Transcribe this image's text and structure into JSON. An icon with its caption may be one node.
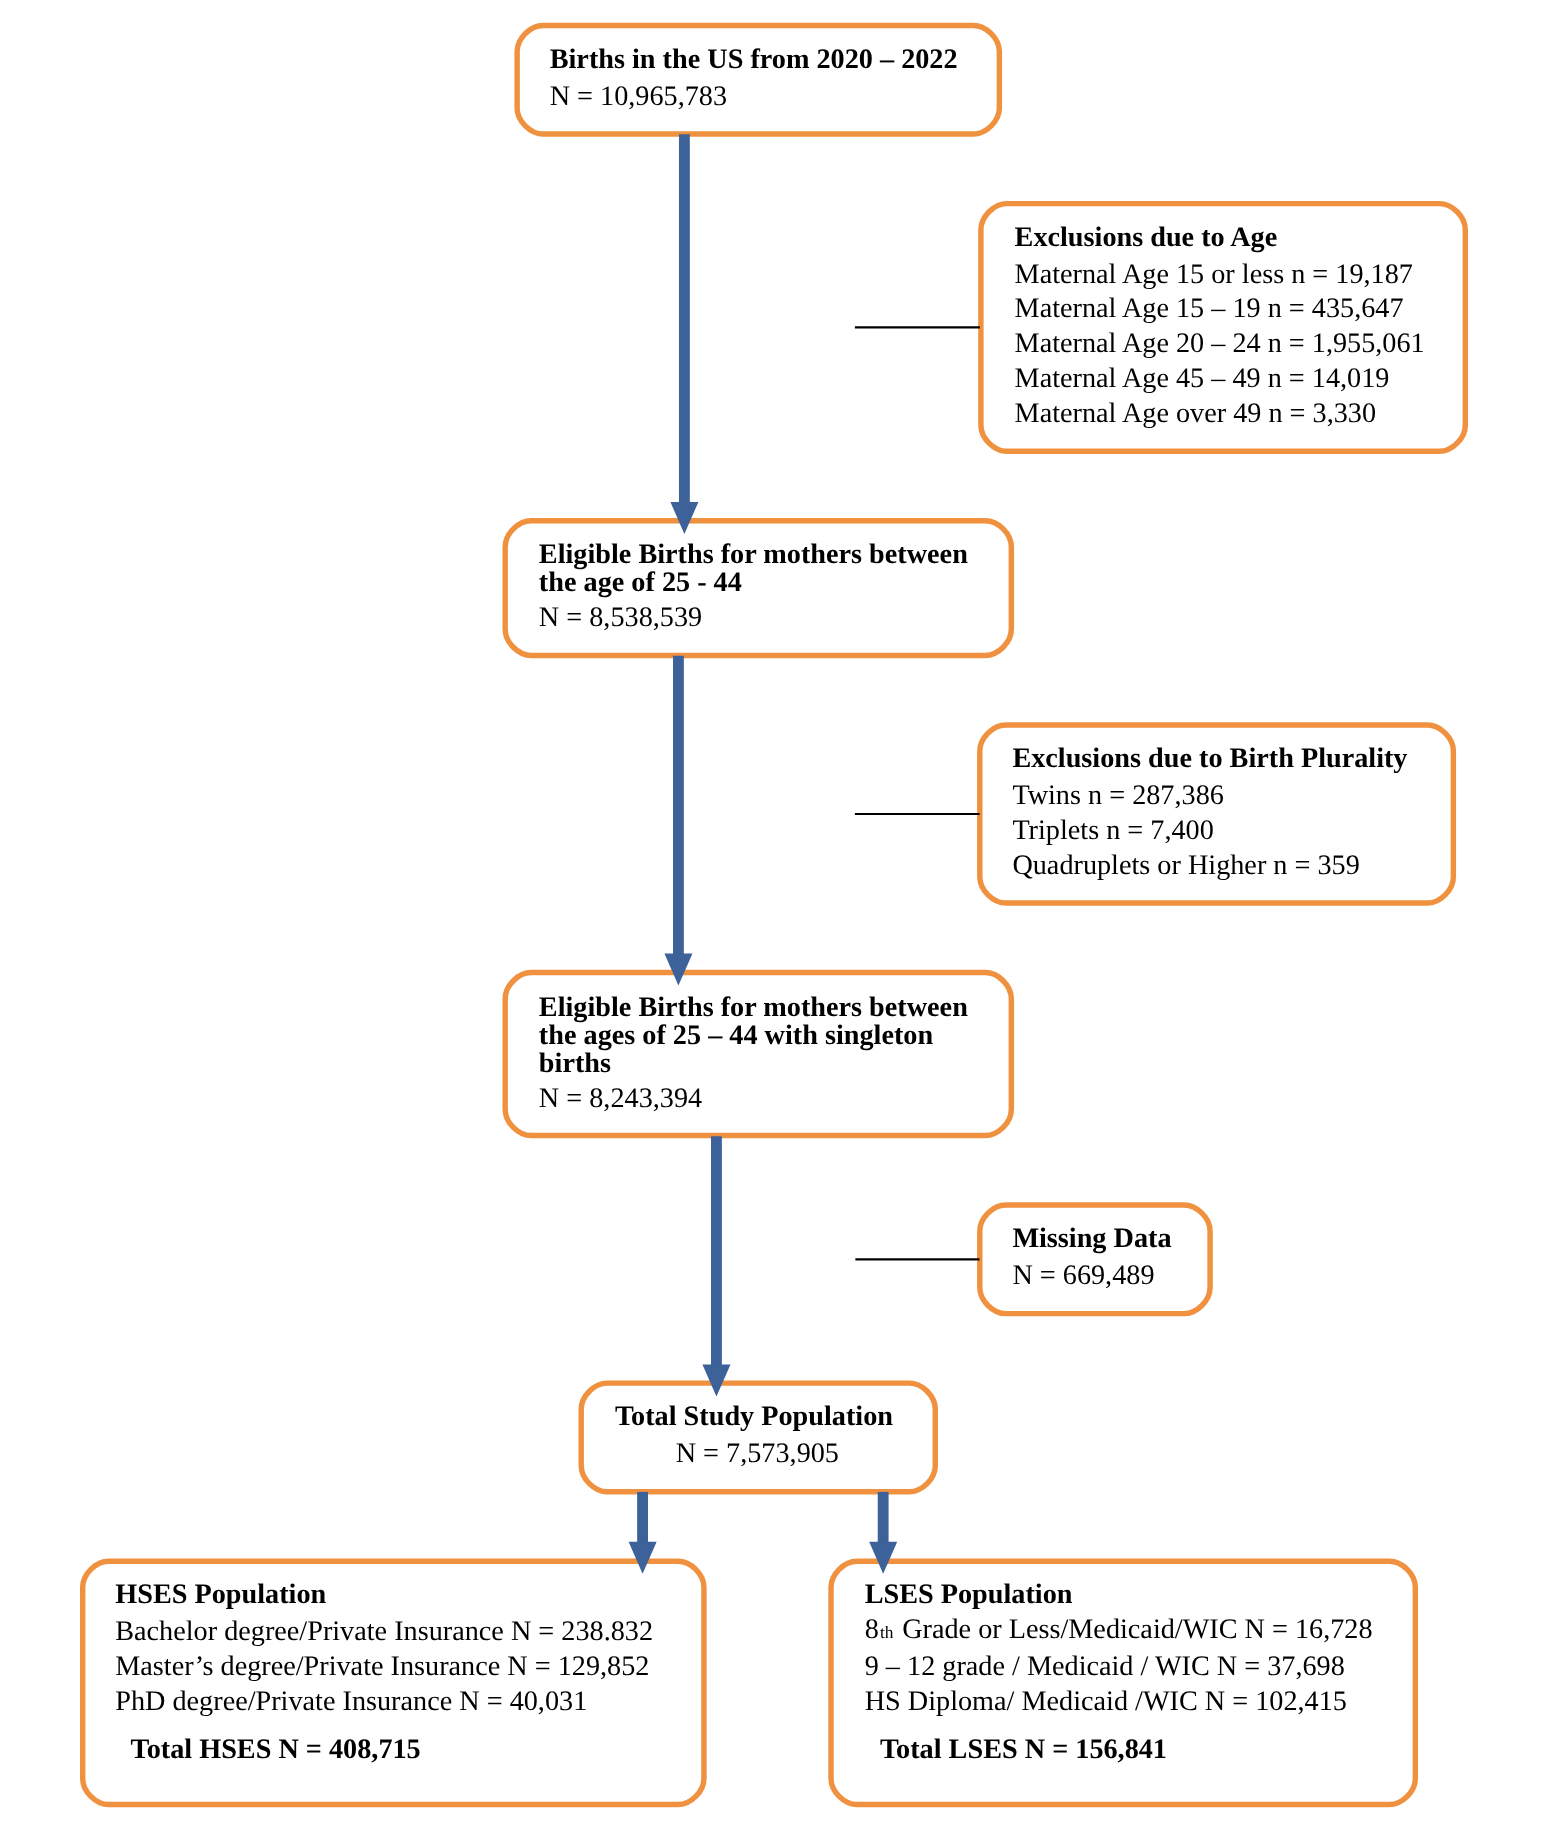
{
  "diagram": {
    "nodes": [
      {
        "text": [
          "Births in the US from 2020 – 2022",
          "N = 10,965,783"
        ]
      },
      {
        "text": [
          "Exclusions due to Age",
          "Maternal Age 15 or less n = 19,187",
          "Maternal Age 15 – 19 n = 435,647",
          "Maternal Age 20 – 24 n = 1,955,061",
          "Maternal Age 45 – 49 n = 14,019",
          "Maternal Age over 49 n = 3,330"
        ]
      },
      {
        "text": [
          "Eligible Births for mothers between the age of 25 - 44",
          "N = 8,538,539"
        ]
      },
      {
        "text": [
          "Exclusions due to Birth Plurality",
          "Twins n = 287,386",
          "Triplets n = 7,400",
          "Quadruplets or Higher n = 359"
        ]
      },
      {
        "text": [
          "Eligible Births for mothers between the ages of 25 – 44 with singleton births",
          "N = 8,243,394"
        ]
      },
      {
        "text": [
          "Missing Data",
          "N = 669,489"
        ]
      },
      {
        "text": [
          "Total Study Population",
          "N = 7,573,905"
        ]
      },
      {
        "text": [
          "HSES Population",
          "Bachelor degree/Private Insurance N = 238.832",
          "Master’s degree/Private Insurance N = 129,852",
          "PhD degree/Private Insurance N = 40,031",
          "Total HSES N = 408,715"
        ]
      },
      {
        "text": [
          "LSES Population",
          "8$^{th}$ Grade or Less/Medicaid/WIC N = 16,728",
          "9 – 12 grade / Medicaid / WIC N = 37,698",
          "HS Diploma/ Medicaid /WIC N = 102,415",
          "Total LSES N = 156,841"
        ]
      }
    ],
    "edges": [
      {
        "from": 0,
        "to": 2,
        "arrow": "to"
      },
      {
        "from": null,
        "to": 1,
        "arrow": "none",
        "color": "#000000"
      },
      {
        "from": 2,
        "to": 4,
        "arrow": "to"
      },
      {
        "from": null,
        "to": 3,
        "arrow": "none",
        "color": "#000000"
      },
      {
        "from": 4,
        "to": 6,
        "arrow": "to"
      },
      {
        "from": null,
        "to": 5,
        "arrow": "none",
        "color": "#000000"
      },
      {
        "from": 6,
        "to": 7,
        "arrow": "to"
      },
      {
        "from": 6,
        "to": 8,
        "arrow": "to"
      }
    ]
  }
}
